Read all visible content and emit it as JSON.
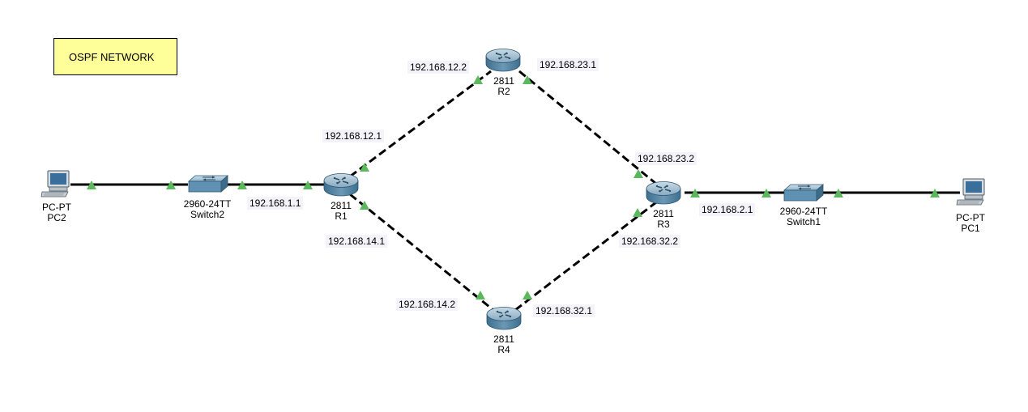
{
  "note": {
    "text": "OSPF NETWORK"
  },
  "colors": {
    "port_up": "#5cb85c",
    "link": "#000000",
    "note_bg": "#ffff99",
    "router_body": "#5a8fb0",
    "switch_body": "#5f9fc0"
  },
  "devices": {
    "R1": {
      "model": "2811",
      "name": "R1",
      "icon": "router-icon"
    },
    "R2": {
      "model": "2811",
      "name": "R2",
      "icon": "router-icon"
    },
    "R3": {
      "model": "2811",
      "name": "R3",
      "icon": "router-icon"
    },
    "R4": {
      "model": "2811",
      "name": "R4",
      "icon": "router-icon"
    },
    "Switch1": {
      "model": "2960-24TT",
      "name": "Switch1",
      "icon": "switch-icon"
    },
    "Switch2": {
      "model": "2960-24TT",
      "name": "Switch2",
      "icon": "switch-icon"
    },
    "PC1": {
      "model": "PC-PT",
      "name": "PC1",
      "icon": "pc-icon"
    },
    "PC2": {
      "model": "PC-PT",
      "name": "PC2",
      "icon": "pc-icon"
    }
  },
  "links": [
    {
      "from": "PC2",
      "to": "Switch2",
      "type": "copper-straight"
    },
    {
      "from": "Switch2",
      "to": "R1",
      "type": "copper-straight"
    },
    {
      "from": "R1",
      "to": "R2",
      "type": "serial"
    },
    {
      "from": "R1",
      "to": "R4",
      "type": "serial"
    },
    {
      "from": "R2",
      "to": "R3",
      "type": "serial"
    },
    {
      "from": "R4",
      "to": "R3",
      "type": "serial"
    },
    {
      "from": "R3",
      "to": "Switch1",
      "type": "copper-straight"
    },
    {
      "from": "Switch1",
      "to": "PC1",
      "type": "copper-straight"
    }
  ],
  "ip_labels": {
    "r1_lan": "192.168.1.1",
    "r1_r2": "192.168.12.1",
    "r2_r1": "192.168.12.2",
    "r2_r3": "192.168.23.1",
    "r3_r2": "192.168.23.2",
    "r3_lan": "192.168.2.1",
    "r3_r4": "192.168.32.2",
    "r4_r3": "192.168.32.1",
    "r1_r4": "192.168.14.1",
    "r4_r1": "192.168.14.2"
  }
}
